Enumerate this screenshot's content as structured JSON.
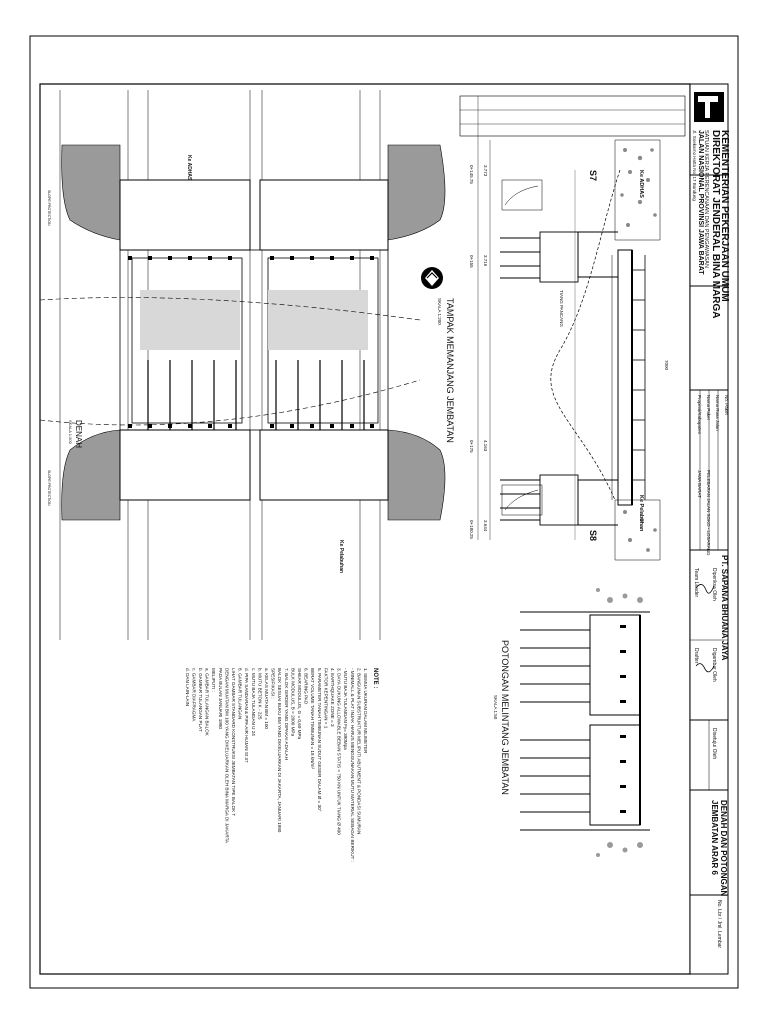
{
  "title_block": {
    "ministry_line1": "KEMENTERIAN PEKERJAAN UMUM",
    "ministry_line2": "DIREKTORAT JENDERAL BINA MARGA",
    "unit_line1": "SATUAN KERJA PERENCANAAN DAN PENGAWASAN",
    "unit_line2": "JALAN NASIONAL PROVINSI JAWA BARAT",
    "address_line": "Jl. Soekarno Hatta No. 17 Bandung",
    "consultant": "PT. SAPANA BHUANA JAYA",
    "drawing_title_line1": "DENAH DAN POTONGAN",
    "drawing_title_line2": "JEMBATAN ARAR 6",
    "fields": [
      {
        "label": "No. Paket",
        "value": ""
      },
      {
        "label": "Nama Ruas Jalan",
        "value": ""
      },
      {
        "label": "Nama Paket",
        "value": "PELEBARAN JALAN SOKO - LOSARANG"
      },
      {
        "label": "Propinsi/Kabupaten",
        "value": "JAWA BARAT"
      }
    ],
    "signatures": [
      {
        "role": "Diperiksa Oleh",
        "name": "Team Leader"
      },
      {
        "role": "Digambar Oleh",
        "name": "Drafter"
      },
      {
        "role": "Disetujui Oleh",
        "name": ""
      }
    ],
    "sheet_no": "No. Lbr / Jml. Lembar"
  },
  "drawing": {
    "elevation_title": "TAMPAK MEMANJANG JEMBATAN",
    "elevation_scale": "SKALA 1:200",
    "plan_title": "DENAH",
    "plan_scale": "SKALA 1:200",
    "cross_section_title": "POTONGAN MELINTANG JEMBATAN",
    "cross_section_scale": "SKALA 1:50",
    "to_north": "Ke ADHAS",
    "to_south": "Ke Pelabuhan",
    "slope_protection": "SLOPE PROTECTION",
    "boring_left": "S7",
    "boring_right": "S8",
    "sta_labels": [
      "0+145.75",
      "0+155",
      "0+175",
      "0+180.25"
    ],
    "elev_labels": [
      "3.773",
      "3.716",
      "4.163",
      "3.644"
    ],
    "pile_note": "TIANG PANCANG",
    "span_label": "7000"
  },
  "notes": {
    "heading": "NOTE :",
    "items": [
      "1. SEMUA UKURAN DALAM MILIMETER",
      "2. BANGUNAN SUBSTRUKTUR MELIPUTI ABUTMENT & PONDASI SUMURAN",
      "   - MINIMALL & PLAT INJAK HARUS MENGGUNAKAN MUTU MATERIAL SEBAGAI BERIKUT :",
      "   - MUTU BAJA TULANGAN Fy= 390Mpa",
      "3. DAYA DUKUNG ALLOWABLE BEBAN STATIS = 750 KN UNTUK TIANG Ø 400",
      "4. EARTHQUAKE ZONE = 3",
      "   FAKTOR KEPENTINGAN = 1",
      "5. PARAMETER TANAH TIMBUNAN SUDUT GESER DALAM Ø = 30°",
      "   BERAT VOLUME TANAH TIMBUNAN = 18 kN/m³",
      "6. BEARING PAD",
      "   SHEAR MODULUS, G = 0,69 MPa",
      "   BULK MODULUS, B = 2000 MPa",
      "7. BALOK GIRDER YANG DIPAKAI ADALAH",
      "   BALOK SESUAI BUKU BM YANG DIKELUARKAN DI JAKARTA, JANUARI 1980",
      "   SPESIFIKASI :",
      "   a. KELAS MUATAN BM = 100",
      "   b. MUTU BETON K - 225",
      "   c. MUTU BAJA TULANGAN U 24",
      "   d. PIPA SANDARAN & PIPA AIR HUJAN St 37",
      "8. GAMBAR TULANGAN",
      "   LIHAT GAMBAR STANDARD KONSTRUKSI JEMBATAN TIPE BALOK T",
      "   DENGAN MUATAN BM 100 YANG DIKELUARKAN OLEH BINA MARGA DI JAKARTA",
      "   PADA BULAN JANUARI 1980",
      "   MELIPUTI :",
      "   a. GAMBAR TULANGAN BALOK",
      "   b. GAMBAR TULANGAN PLAT",
      "   c. GAMBAR DIAFRAGMA",
      "   d. DAN LAIN-LAIN"
    ]
  }
}
